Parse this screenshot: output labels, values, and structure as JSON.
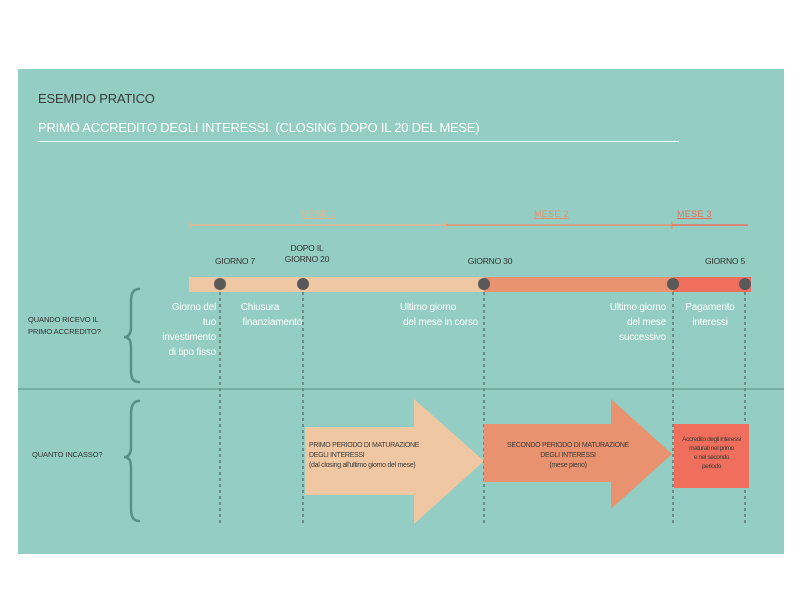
{
  "header": {
    "title": "ESEMPIO PRATICO",
    "subtitle": "PRIMO ACCREDITO DEGLI INTERESSI. (CLOSING DOPO IL 20 DEL MESE)"
  },
  "months": [
    {
      "label": "MESE 1",
      "color": "#e7b48f"
    },
    {
      "label": "MESE 2",
      "color": "#e8926f"
    },
    {
      "label": "MESE 3",
      "color": "#ef6f5c"
    }
  ],
  "ticks": [
    {
      "lines": [
        "GIORNO 7"
      ]
    },
    {
      "lines": [
        "DOPO IL",
        "GIORNO 20"
      ]
    },
    {
      "lines": [
        "GIORNO 30"
      ]
    },
    {
      "lines": [
        "GIORNO 5"
      ]
    }
  ],
  "events": [
    {
      "lines": [
        "Giorno del",
        "tuo",
        "investimento",
        "di tipo fisso"
      ]
    },
    {
      "lines": [
        "Chiusura",
        "finanziamento"
      ]
    },
    {
      "lines": [
        "Ultimo giorno",
        "del mese in corso"
      ]
    },
    {
      "lines": [
        "Ultimo giorno",
        "del mese",
        "successivo"
      ]
    },
    {
      "lines": [
        "Pagamento",
        "interessi"
      ]
    }
  ],
  "rows": [
    {
      "lines": [
        "QUANDO RICEVO IL",
        "PRIMO ACCREDITO?"
      ]
    },
    {
      "lines": [
        "QUANTO INCASSO?"
      ]
    }
  ],
  "periods": [
    {
      "lines": [
        "PRIMO PERIODO DI MATURAZIONE",
        "DEGLI INTERESSI",
        "(dal closing all'ultimo giorno del mese)"
      ],
      "color": "#f0c7a3"
    },
    {
      "lines": [
        "SECONDO PERIODO DI MATURAZIONE",
        "DEGLI INTERESSI",
        "(mese pieno)"
      ],
      "color": "#e8926f"
    },
    {
      "lines": [
        "Accredito degli interessi",
        "maturati nel primo",
        "e nel secondo",
        "periodo"
      ],
      "color": "#ef6f5c"
    }
  ],
  "colors": {
    "panel": "#93cdc3",
    "bar_month1": "#f0c7a3",
    "bar_month2": "#e8926f",
    "bar_month3": "#ef6f5c",
    "bracket": "#5a8f86",
    "dot": "#595959"
  }
}
